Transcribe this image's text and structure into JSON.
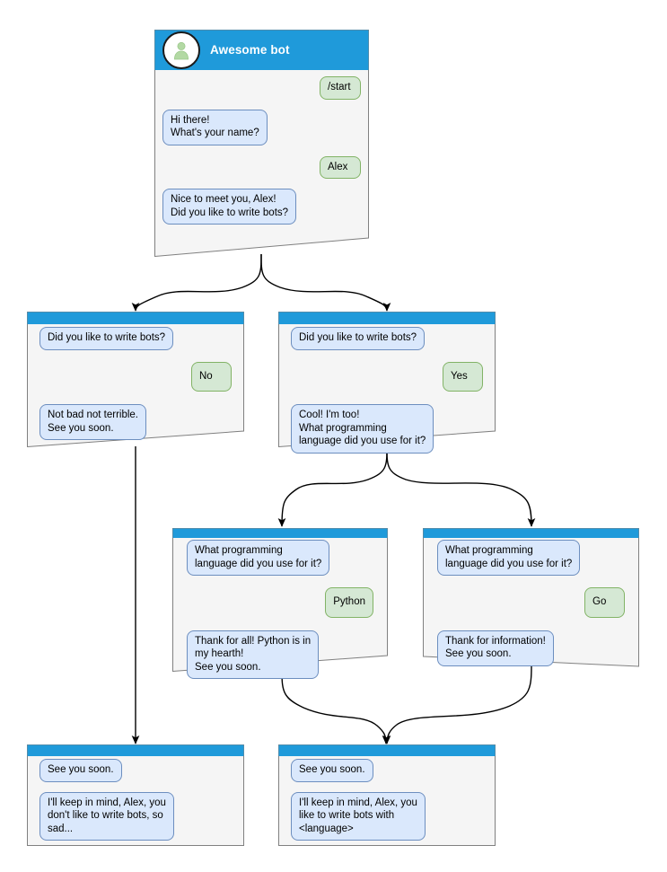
{
  "diagram": {
    "type": "bot-conversation-flowchart",
    "colors": {
      "header_bar": "#1f9ada",
      "card_body": "#f5f5f5",
      "card_border": "#808080",
      "bot_bubble_fill": "#dae8fc",
      "bot_bubble_border": "#6c8ebf",
      "user_bubble_fill": "#d5e8d4",
      "user_bubble_border": "#82b366",
      "connector": "#000000",
      "avatar_person": "#b3d9a4",
      "header_text": "#ffffff"
    },
    "cards": [
      {
        "id": "start",
        "title": "Awesome bot",
        "avatar_icon": "person-avatar-icon",
        "has_header_title": true,
        "messages": [
          {
            "from": "user",
            "text": "/start"
          },
          {
            "from": "bot",
            "text": "Hi there!\nWhat's your name?"
          },
          {
            "from": "user",
            "text": "Alex"
          },
          {
            "from": "bot",
            "text": "Nice to meet you, Alex!\nDid you like to write bots?"
          }
        ]
      },
      {
        "id": "answer-no",
        "title": "",
        "has_header_title": false,
        "messages": [
          {
            "from": "bot",
            "text": "Did you like to write bots?"
          },
          {
            "from": "user",
            "text": "No"
          },
          {
            "from": "bot",
            "text": "Not bad not terrible.\nSee you soon."
          }
        ]
      },
      {
        "id": "answer-yes",
        "title": "",
        "has_header_title": false,
        "messages": [
          {
            "from": "bot",
            "text": "Did you like to write bots?"
          },
          {
            "from": "user",
            "text": "Yes"
          },
          {
            "from": "bot",
            "text": "Cool! I'm too!\nWhat programming\nlanguage did you use for it?"
          }
        ]
      },
      {
        "id": "lang-python",
        "title": "",
        "has_header_title": false,
        "messages": [
          {
            "from": "bot",
            "text": "What programming\nlanguage did you use for it?"
          },
          {
            "from": "user",
            "text": "Python"
          },
          {
            "from": "bot",
            "text": "Thank for all! Python is in\nmy hearth!\nSee you soon."
          }
        ]
      },
      {
        "id": "lang-go",
        "title": "",
        "has_header_title": false,
        "messages": [
          {
            "from": "bot",
            "text": "What programming\nlanguage did you use for it?"
          },
          {
            "from": "user",
            "text": "Go"
          },
          {
            "from": "bot",
            "text": "Thank for information!\nSee you soon."
          }
        ]
      },
      {
        "id": "end-no",
        "title": "",
        "has_header_title": false,
        "messages": [
          {
            "from": "bot",
            "text": "See you soon."
          },
          {
            "from": "bot",
            "text": "I'll keep in mind, Alex, you\ndon't like to write bots, so\nsad..."
          }
        ]
      },
      {
        "id": "end-yes",
        "title": "",
        "has_header_title": false,
        "messages": [
          {
            "from": "bot",
            "text": "See you soon."
          },
          {
            "from": "bot",
            "text": "I'll keep in mind, Alex, you\nlike to write bots with\n<language>"
          }
        ]
      }
    ]
  }
}
